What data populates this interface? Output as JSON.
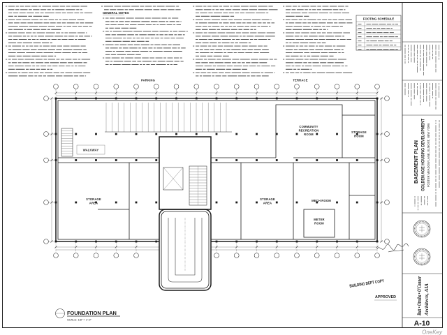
{
  "colors": {
    "ink": "#1b1b1b",
    "paper": "#ffffff"
  },
  "notes": {
    "general_notes_heading": "GENERAL NOTES"
  },
  "footing_schedule": {
    "title": "FOOTING SCHEDULE"
  },
  "plan": {
    "title": "FOUNDATION PLAN",
    "scale": "SCALE: 1/8\" = 1'-0\"",
    "labels": {
      "parking": "PARKING",
      "terrace": "TERRACE",
      "walkway": "WALKWAY",
      "community_recreation_room": [
        "COMMUNITY",
        "RECREATION",
        "ROOM"
      ],
      "storage_room": [
        "STORAGE",
        "ROOM"
      ],
      "storage_area_west": [
        "STORAGE",
        "AREA"
      ],
      "storage_area_east": [
        "STORAGE",
        "AREA"
      ],
      "mech_room": "MECH ROOM",
      "meter_room": [
        "METER",
        "ROOM"
      ]
    }
  },
  "stamp": {
    "copy": "BUILDING DEPT COPY",
    "status": "APPROVED"
  },
  "title_block": {
    "drawing_title": "BASEMENT PLAN",
    "project": "GOLDEN AGE HOUSING DEVELOPMENT",
    "address": "FOSTER MEADOW LANE, ELMONT, NEW YORK",
    "firm": [
      "Butt • Otruba • O'Connor",
      "Architects, AIA"
    ],
    "sheet_number": "A-10"
  },
  "watermark": "OneKey"
}
